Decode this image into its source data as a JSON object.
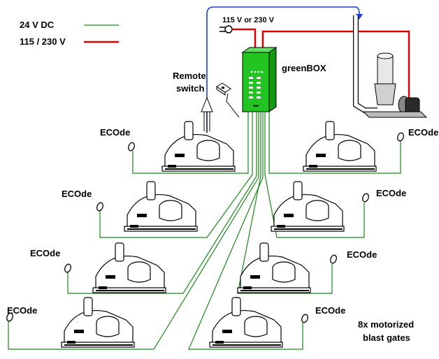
{
  "legend": {
    "dc_label": "24 V DC",
    "ac_label": "115 / 230 V",
    "dc_color": "#1a8a1a",
    "ac_color": "#e00000"
  },
  "power_label": "115 V or 230 V",
  "greenbox_label": "greenBOX",
  "remote_switch_label": [
    "Remote",
    "switch"
  ],
  "sensor_label": "ECOde",
  "blast_gates_label": [
    "8x motorized",
    "blast gates"
  ],
  "remote_line_color": "#1a3fe0",
  "box_color": "#22c422",
  "icons": [
    "power-plug-icon",
    "remote-switch-icon",
    "dust-collector-icon",
    "table-saw-icon",
    "ecode-sensor-icon"
  ]
}
